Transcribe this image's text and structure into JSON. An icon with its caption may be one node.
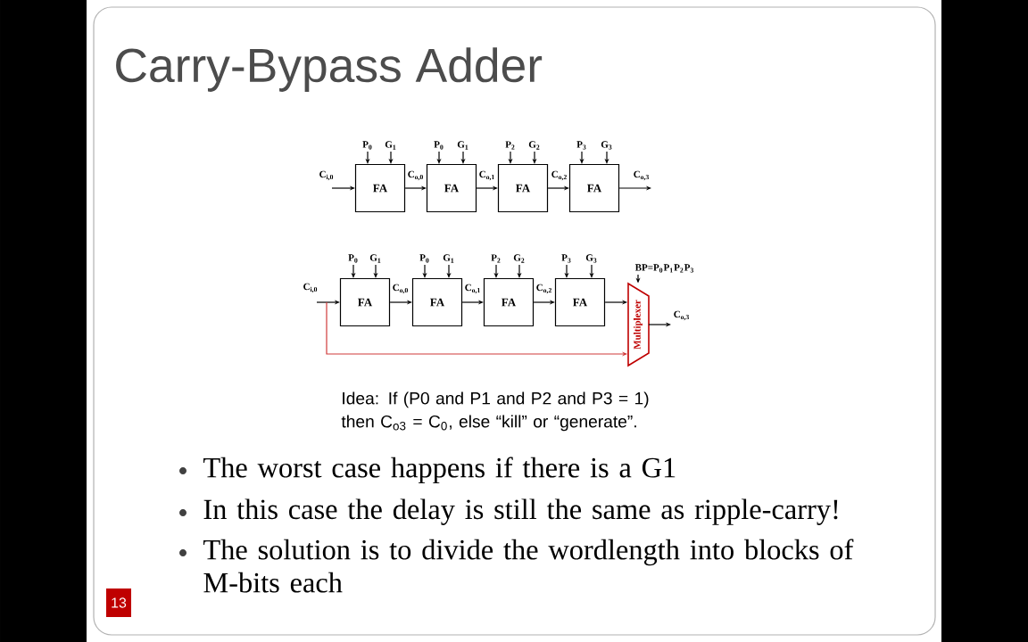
{
  "diagram": {
    "title": "Carry-Bypass Adder",
    "nodes": [
      {
        "text": [
          "FA"
        ]
      },
      {
        "text": [
          "FA"
        ]
      },
      {
        "text": [
          "FA"
        ]
      },
      {
        "text": [
          "FA"
        ]
      },
      {
        "text": [
          "FA"
        ]
      },
      {
        "text": [
          "FA"
        ]
      },
      {
        "text": [
          "FA"
        ]
      },
      {
        "text": [
          "FA"
        ]
      },
      {
        "text": [
          "Multiplexer"
        ]
      },
      {
        "text": [
          "P$_{0}$"
        ]
      },
      {
        "text": [
          "G$_{1}$"
        ]
      },
      {
        "text": [
          "P$_{0}$"
        ]
      },
      {
        "text": [
          "G$_{1}$"
        ]
      },
      {
        "text": [
          "P$_{2}$"
        ]
      },
      {
        "text": [
          "G$_{2}$"
        ]
      },
      {
        "text": [
          "P$_{3}$"
        ]
      },
      {
        "text": [
          "G$_{3}$"
        ]
      },
      {
        "text": [
          "P$_{0}$"
        ]
      },
      {
        "text": [
          "G$_{1}$"
        ]
      },
      {
        "text": [
          "P$_{0}$"
        ]
      },
      {
        "text": [
          "G$_{1}$"
        ]
      },
      {
        "text": [
          "P$_{2}$"
        ]
      },
      {
        "text": [
          "G$_{2}$"
        ]
      },
      {
        "text": [
          "P$_{3}$"
        ]
      },
      {
        "text": [
          "G$_{3}$"
        ]
      },
      {
        "text": [
          "BP=P$_{0}$P$_{1}$P$_{2}$P$_{3}$"
        ]
      }
    ],
    "edges": [
      {
        "from": null,
        "to": 0,
        "arrow": "to",
        "label": "C$_{i,0}$"
      },
      {
        "from": 0,
        "to": 1,
        "arrow": "to",
        "label": "C$_{o,0}$"
      },
      {
        "from": 1,
        "to": 2,
        "arrow": "to",
        "label": "C$_{o,1}$"
      },
      {
        "from": 2,
        "to": 3,
        "arrow": "to",
        "label": "C$_{o,2}$"
      },
      {
        "from": 3,
        "to": null,
        "arrow": "to",
        "label": "C$_{o,3}$"
      },
      {
        "from": 9,
        "to": 0,
        "arrow": "to"
      },
      {
        "from": 10,
        "to": 0,
        "arrow": "to"
      },
      {
        "from": 11,
        "to": 1,
        "arrow": "to"
      },
      {
        "from": 12,
        "to": 1,
        "arrow": "to"
      },
      {
        "from": 13,
        "to": 2,
        "arrow": "to"
      },
      {
        "from": 14,
        "to": 2,
        "arrow": "to"
      },
      {
        "from": 15,
        "to": 3,
        "arrow": "to"
      },
      {
        "from": 16,
        "to": 3,
        "arrow": "to"
      },
      {
        "from": null,
        "to": 4,
        "arrow": "to",
        "label": "C$_{i,0}$"
      },
      {
        "from": null,
        "to": 8,
        "arrow": "to",
        "color": "#d03a3a"
      },
      {
        "from": 4,
        "to": 5,
        "arrow": "to",
        "label": "C$_{o,0}$"
      },
      {
        "from": 5,
        "to": 6,
        "arrow": "to",
        "label": "C$_{o,1}$"
      },
      {
        "from": 6,
        "to": 7,
        "arrow": "to",
        "label": "C$_{o,2}$"
      },
      {
        "from": 7,
        "to": 8,
        "arrow": "to"
      },
      {
        "from": 8,
        "to": null,
        "arrow": "to",
        "label": "C$_{o,3}$"
      },
      {
        "from": 17,
        "to": 4,
        "arrow": "to"
      },
      {
        "from": 18,
        "to": 4,
        "arrow": "to"
      },
      {
        "from": 19,
        "to": 5,
        "arrow": "to"
      },
      {
        "from": 20,
        "to": 5,
        "arrow": "to"
      },
      {
        "from": 21,
        "to": 6,
        "arrow": "to"
      },
      {
        "from": 22,
        "to": 6,
        "arrow": "to"
      },
      {
        "from": 23,
        "to": 7,
        "arrow": "to"
      },
      {
        "from": 24,
        "to": 7,
        "arrow": "to"
      },
      {
        "from": 25,
        "to": 8,
        "arrow": "to"
      }
    ],
    "labels": [
      "Idea: If (P0 and P1 and P2 and P3 = 1) then C$_{o3}$ = C$_{0}$, else “kill” or “generate”.",
      "The worst case happens if there is a G1",
      "In this case the delay is still the same as ripple-carry!",
      "The solution is to divide the wordlength into blocks of M-bits each",
      "13"
    ]
  }
}
